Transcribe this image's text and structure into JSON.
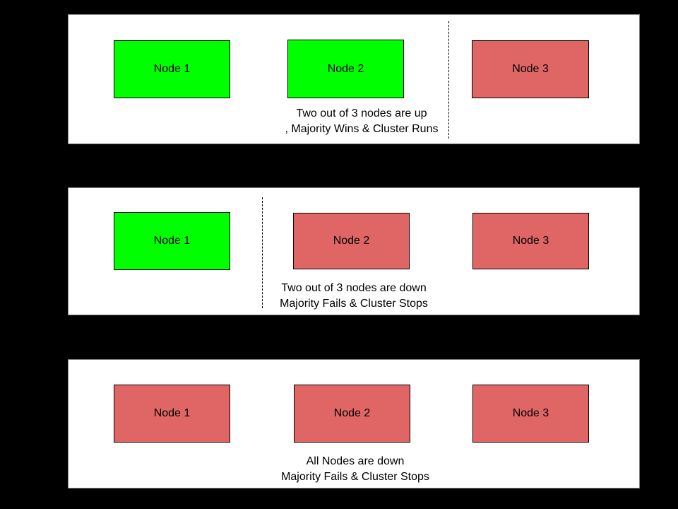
{
  "colors": {
    "background": "#000000",
    "panel_bg": "#ffffff",
    "panel_border": "#7f7f7f",
    "node_up": "#00ff00",
    "node_down": "#e06666",
    "node_border": "#000000",
    "text": "#000000"
  },
  "panels": [
    {
      "caption_line1": "Two out of 3 nodes are up",
      "caption_line2": ", Majority Wins & Cluster Runs",
      "divider_after_node": 2,
      "nodes": [
        {
          "label": "Node 1",
          "status": "up"
        },
        {
          "label": "Node 2",
          "status": "up"
        },
        {
          "label": "Node 3",
          "status": "down"
        }
      ]
    },
    {
      "caption_line1": "Two out of 3 nodes are down",
      "caption_line2": "Majority Fails & Cluster Stops",
      "divider_after_node": 1,
      "nodes": [
        {
          "label": "Node 1",
          "status": "up"
        },
        {
          "label": "Node 2",
          "status": "down"
        },
        {
          "label": "Node 3",
          "status": "down"
        }
      ]
    },
    {
      "caption_line1": "All Nodes are down",
      "caption_line2": "Majority Fails & Cluster Stops",
      "divider_after_node": null,
      "nodes": [
        {
          "label": "Node 1",
          "status": "down"
        },
        {
          "label": "Node 2",
          "status": "down"
        },
        {
          "label": "Node 3",
          "status": "down"
        }
      ]
    }
  ]
}
